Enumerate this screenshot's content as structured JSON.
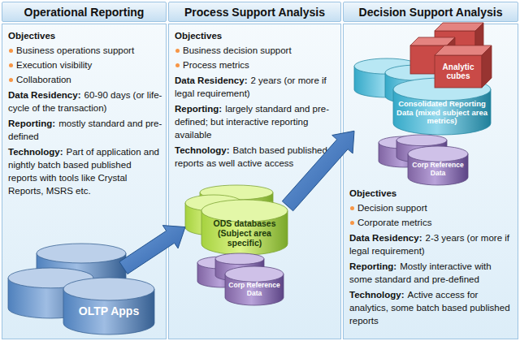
{
  "diagram": {
    "nodes": [
      {
        "text": [
          "Operational Reporting",
          "Objectives",
          "Business operations support",
          "Execution visibility",
          "Collaboration",
          "Data Residency:",
          "60-90 days (or life-cycle of the transaction)",
          "Reporting:",
          "mostly standard and pre-defined",
          "Technology:",
          "Part of application and nightly batch based published reports with tools like Crystal Reports, MSRS etc."
        ]
      },
      {
        "text": [
          "OLTP Apps"
        ],
        "in": 0
      },
      {
        "text": [
          "Process Support Analysis",
          "Objectives",
          "Business decision support",
          "Process metrics",
          "Data Residency:",
          "2 years (or more if legal requirement)",
          "Reporting:",
          "largely standard and pre-defined; but interactive reporting available",
          "Technology:",
          "Batch based published reports as well active access"
        ]
      },
      {
        "text": [
          "ODS databases (Subject area specific)"
        ],
        "in": 2
      },
      {
        "text": [
          "Corp Reference Data"
        ],
        "in": 2
      },
      {
        "text": [
          "Decision Support Analysis",
          "Objectives",
          "Decision support",
          "Corporate metrics",
          "Data Residency:",
          "2-3 years (or more if legal requirement)",
          "Reporting:",
          "Mostly interactive with some standard and pre-defined",
          "Technology:",
          "Active access for analytics, some batch based published reports"
        ]
      },
      {
        "text": [
          "Analytic cubes"
        ],
        "in": 5
      },
      {
        "text": [
          "Consolidated Reporting Data (mixed subject area metrics)"
        ],
        "in": 5
      },
      {
        "text": [
          "Corp Reference Data"
        ],
        "in": 5
      }
    ],
    "edges": [
      {
        "from": 1,
        "to": 3,
        "arrow": "to"
      },
      {
        "from": 3,
        "to": 7,
        "arrow": "to"
      }
    ]
  }
}
